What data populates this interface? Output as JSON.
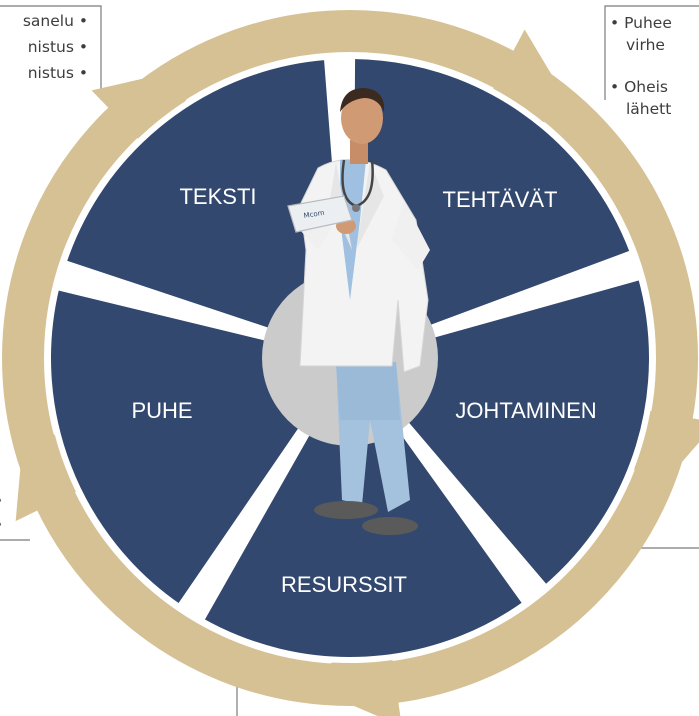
{
  "left_panel": {
    "items": [
      "sanelu •",
      "nistus •",
      "nistus •"
    ],
    "lower_marks": [
      "•",
      "•"
    ]
  },
  "right_panel": {
    "items": [
      "• Puhee",
      "virhe",
      "• Oheis",
      "lähett"
    ]
  },
  "cycle": {
    "segments": [
      "TEKSTI",
      "TEHTÄVÄT",
      "JOHTAMINEN",
      "RESURSSIT",
      "PUHE"
    ]
  },
  "tablet_brand": "Mcom",
  "colors": {
    "segment": "#33486f",
    "arrow": "#d6c195",
    "hub": "#cbcbcb",
    "panel_border": "#7b7b7b"
  }
}
